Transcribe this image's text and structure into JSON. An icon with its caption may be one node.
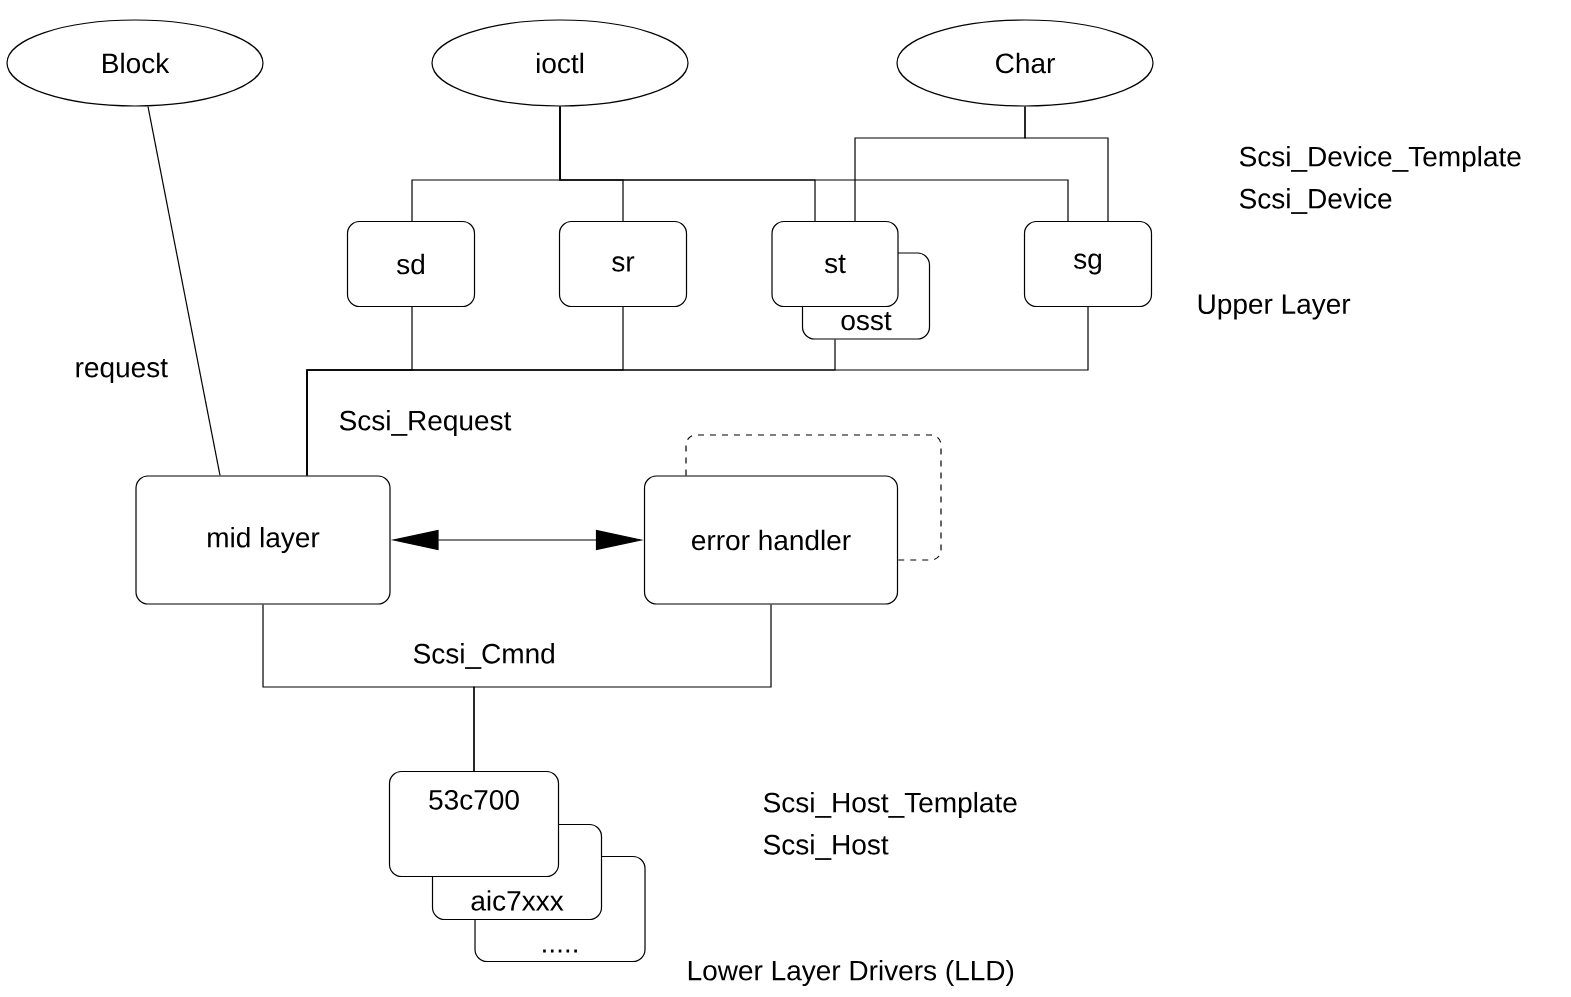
{
  "diagram": {
    "nodes": [
      {
        "text": [
          "Block"
        ]
      },
      {
        "text": [
          "ioctl"
        ]
      },
      {
        "text": [
          "Char"
        ]
      },
      {
        "text": [
          "sd"
        ]
      },
      {
        "text": [
          "sr"
        ]
      },
      {
        "text": [
          "st"
        ]
      },
      {
        "text": [
          "osst"
        ]
      },
      {
        "text": [
          "sg"
        ]
      },
      {
        "text": [
          "mid layer"
        ]
      },
      {
        "text": [
          "error handler"
        ]
      },
      {
        "text": [
          "53c700"
        ]
      },
      {
        "text": [
          "aic7xxx"
        ]
      },
      {
        "text": [
          "....."
        ]
      }
    ],
    "edges": [
      {
        "from": 0,
        "to": 8,
        "arrow": "none"
      },
      {
        "from": 1,
        "to": 3,
        "arrow": "none"
      },
      {
        "from": 1,
        "to": 4,
        "arrow": "none"
      },
      {
        "from": 1,
        "to": 5,
        "arrow": "none"
      },
      {
        "from": 1,
        "to": 7,
        "arrow": "none"
      },
      {
        "from": 2,
        "to": 5,
        "arrow": "none"
      },
      {
        "from": 2,
        "to": 7,
        "arrow": "none"
      },
      {
        "from": 3,
        "to": 8,
        "arrow": "none"
      },
      {
        "from": 4,
        "to": 8,
        "arrow": "none"
      },
      {
        "from": 6,
        "to": 8,
        "arrow": "none"
      },
      {
        "from": 7,
        "to": 8,
        "arrow": "none"
      },
      {
        "from": 8,
        "to": 9,
        "arrow": "both"
      },
      {
        "from": 9,
        "to": 9,
        "arrow": "none",
        "style": "dashed"
      },
      {
        "from": 8,
        "to": 10,
        "arrow": "none"
      },
      {
        "from": 9,
        "to": 10,
        "arrow": "none"
      }
    ],
    "labels": [
      "Scsi_Device_Template",
      "Scsi_Device",
      "Upper Layer",
      "request",
      "Scsi_Request",
      "Scsi_Cmnd",
      "Scsi_Host_Template",
      "Scsi_Host",
      "Lower Layer Drivers (LLD)"
    ]
  }
}
